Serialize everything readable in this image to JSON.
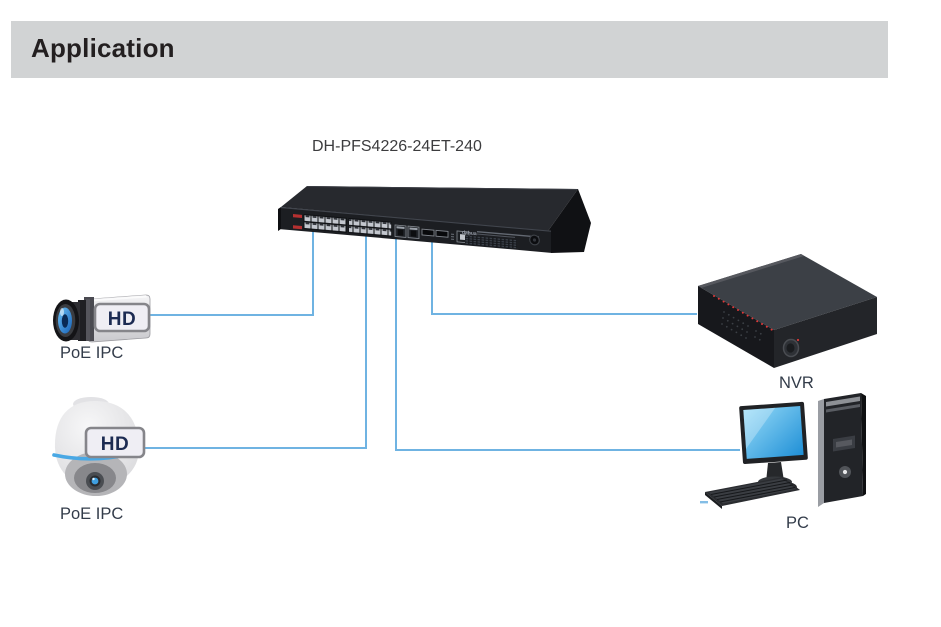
{
  "header": {
    "title": "Application"
  },
  "diagram": {
    "switch_model": "DH-PFS4226-24ET-240",
    "switch_brand": "dahua",
    "devices": {
      "poe_ipc_1": {
        "label": "PoE IPC",
        "badge": "HD"
      },
      "poe_ipc_2": {
        "label": "PoE IPC",
        "badge": "HD"
      },
      "nvr": {
        "label": "NVR"
      },
      "pc": {
        "label": "PC"
      }
    },
    "connections": [
      {
        "from": "switch",
        "to": "poe_ipc_1"
      },
      {
        "from": "switch",
        "to": "poe_ipc_2"
      },
      {
        "from": "switch",
        "to": "pc"
      },
      {
        "from": "switch",
        "to": "nvr"
      }
    ],
    "colors": {
      "header_bar": "#d1d3d4",
      "connection_line": "#6fb3e2",
      "hd_badge_text": "#1c2b52",
      "device_label_text": "#333c4a",
      "nvr_led_red": "#e03838",
      "pc_screen_blue": "#2196d8"
    }
  }
}
